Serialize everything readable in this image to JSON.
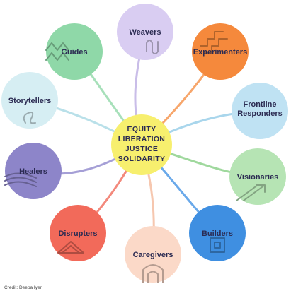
{
  "diagram": {
    "center": {
      "lines": [
        "EQUITY",
        "LIBERATION",
        "JUSTICE",
        "SOLIDARITY"
      ],
      "color": "#f7ef6e"
    },
    "nodes": [
      {
        "id": "weavers",
        "label": [
          "Weavers"
        ],
        "color": "#d9cdf2",
        "line_color": "#c9bde8",
        "motif": "weave-icon"
      },
      {
        "id": "experimenters",
        "label": [
          "Experimenters"
        ],
        "color": "#f5893c",
        "line_color": "#f7a66b",
        "motif": "stairs-icon"
      },
      {
        "id": "frontline-responders",
        "label": [
          "Frontline",
          "Responders"
        ],
        "color": "#bfe2f3",
        "line_color": "#a9d6ec",
        "motif": "none"
      },
      {
        "id": "visionaries",
        "label": [
          "Visionaries"
        ],
        "color": "#b6e4b4",
        "line_color": "#9fd89d",
        "motif": "arrow-up-right-icon"
      },
      {
        "id": "builders",
        "label": [
          "Builders"
        ],
        "color": "#3f8fe1",
        "line_color": "#6aa9ea",
        "motif": "nested-squares-icon"
      },
      {
        "id": "caregivers",
        "label": [
          "Caregivers"
        ],
        "color": "#fbd9c8",
        "line_color": "#f6c7af",
        "motif": "arches-icon"
      },
      {
        "id": "disrupters",
        "label": [
          "Disrupters"
        ],
        "color": "#f26a5a",
        "line_color": "#f3897c",
        "motif": "triangle-icon"
      },
      {
        "id": "healers",
        "label": [
          "Healers"
        ],
        "color": "#8d85c9",
        "line_color": "#a59fd6",
        "motif": "waves-icon"
      },
      {
        "id": "storytellers",
        "label": [
          "Storytellers"
        ],
        "color": "#d6eef3",
        "line_color": "#b9e0e9",
        "motif": "squiggle-icon"
      },
      {
        "id": "guides",
        "label": [
          "Guides"
        ],
        "color": "#8fd8a8",
        "line_color": "#a7e0ba",
        "motif": "mountains-icon"
      }
    ],
    "text_color": "#2b2b52",
    "footer_text": "Credit: Deepa Iyer"
  }
}
